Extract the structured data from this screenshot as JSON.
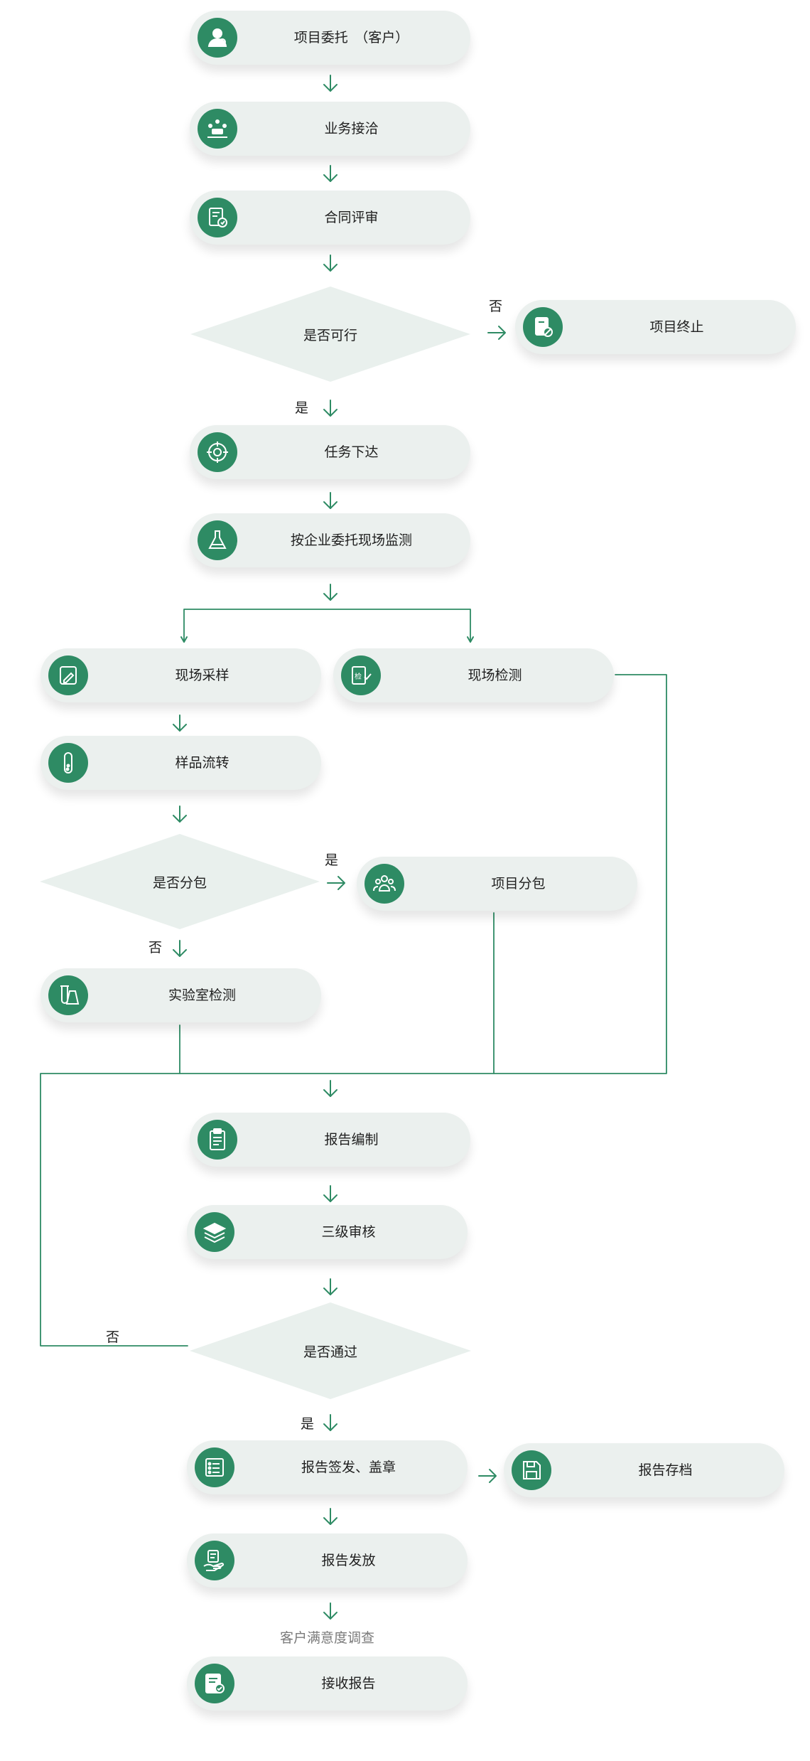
{
  "nodes": {
    "entrust": "项目委托　（客户）",
    "contact": "业务接洽",
    "contract_review": "合同评审",
    "feasible": "是否可行",
    "terminate": "项目终止",
    "task_issue": "任务下达",
    "onsite_monitor": "按企业委托现场监测",
    "onsite_sampling": "现场采样",
    "onsite_testing": "现场检测",
    "sample_flow": "样品流转",
    "subcontract_q": "是否分包",
    "subcontract": "项目分包",
    "lab_testing": "实验室检测",
    "report_compile": "报告编制",
    "three_level_review": "三级审核",
    "pass_q": "是否通过",
    "report_sign": "报告签发、盖章",
    "report_archive": "报告存档",
    "report_issue": "报告发放",
    "report_receive": "接收报告"
  },
  "edge_labels": {
    "no_terminate": "否",
    "yes_task": "是",
    "yes_subcontract": "是",
    "no_lab": "否",
    "no_back": "否",
    "yes_sign": "是"
  },
  "notes": {
    "survey": "客户满意度调查"
  },
  "colors": {
    "accent": "#2e8b64",
    "node_bg": "#ebf0ee"
  }
}
